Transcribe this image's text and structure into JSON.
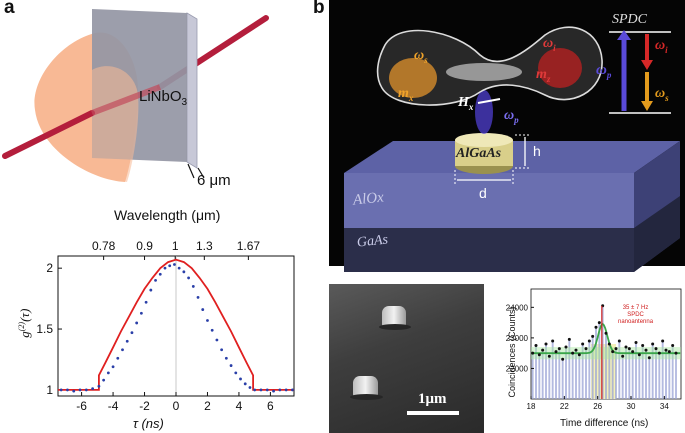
{
  "panel_a": {
    "letter": "a",
    "crystal_label": "LiNbO",
    "crystal_sub": "3",
    "thickness_label": "6 μm"
  },
  "panel_b": {
    "letter": "b",
    "pillar_label": "AlGaAs",
    "h_label": "h",
    "d_label": "d",
    "layer_top": "AlOx",
    "layer_bottom": "GaAs",
    "H_label": "H",
    "H_sub": "x",
    "omega_p": "ω",
    "omega_p_sub": "p",
    "omega_s": "ω",
    "omega_s_sub": "s",
    "omega_i": "ω",
    "omega_i_sub": "i",
    "m_x": "m",
    "m_x_sub": "x",
    "m_z": "m",
    "m_z_sub": "z",
    "spdc_label": "SPDC",
    "scale_bar": "1μm",
    "colors": {
      "background": "#050505",
      "slab_top": "#5f64a8",
      "pillar": "#d9cf8a"
    }
  },
  "chart_data": [
    {
      "type": "line",
      "xlabel": "τ  (ns)",
      "ylabel": "g(2)(τ)",
      "top_axis_label": "Wavelength (μm)",
      "top_ticks": [
        "0.78",
        "0.9",
        "1",
        "1.3",
        "1.67"
      ],
      "xticks": [
        "-6",
        "-4",
        "-2",
        "0",
        "2",
        "4",
        "6"
      ],
      "yticks": [
        "1",
        "1.5",
        "2"
      ],
      "xlim": [
        -7.5,
        7.5
      ],
      "ylim": [
        0.95,
        2.1
      ],
      "series": [
        {
          "style": "line",
          "color": "#e02020",
          "x": [
            -7.5,
            -4.9,
            -4.9,
            -4.5,
            -4,
            -3.5,
            -3,
            -2.5,
            -2,
            -1.5,
            -1,
            -0.5,
            0,
            0.5,
            1,
            1.5,
            2,
            2.5,
            3,
            3.5,
            4,
            4.5,
            4.9,
            4.9,
            7.5
          ],
          "y": [
            1,
            1,
            1.12,
            1.22,
            1.35,
            1.48,
            1.6,
            1.72,
            1.83,
            1.92,
            2.0,
            2.05,
            2.07,
            2.05,
            2.0,
            1.92,
            1.83,
            1.72,
            1.6,
            1.48,
            1.35,
            1.22,
            1.12,
            1,
            1
          ]
        },
        {
          "style": "dots",
          "color": "#2a3fa8",
          "x": [
            -7.3,
            -6.9,
            -6.5,
            -6.1,
            -5.7,
            -5.3,
            -4.9,
            -4.6,
            -4.3,
            -4.0,
            -3.7,
            -3.4,
            -3.1,
            -2.8,
            -2.5,
            -2.2,
            -1.9,
            -1.6,
            -1.3,
            -1.0,
            -0.7,
            -0.4,
            -0.1,
            0.2,
            0.5,
            0.8,
            1.1,
            1.4,
            1.7,
            2.0,
            2.3,
            2.6,
            2.9,
            3.2,
            3.5,
            3.8,
            4.1,
            4.4,
            4.7,
            5.0,
            5.4,
            5.8,
            6.2,
            6.6,
            7.0,
            7.4
          ],
          "y": [
            1.0,
            1.0,
            0.99,
            1.0,
            1.0,
            1.01,
            1.03,
            1.08,
            1.14,
            1.19,
            1.26,
            1.33,
            1.4,
            1.47,
            1.55,
            1.63,
            1.72,
            1.82,
            1.9,
            1.95,
            2.0,
            2.02,
            2.03,
            2.0,
            1.97,
            1.92,
            1.85,
            1.76,
            1.66,
            1.57,
            1.49,
            1.41,
            1.33,
            1.26,
            1.2,
            1.14,
            1.09,
            1.05,
            1.02,
            1.0,
            1.0,
            1.0,
            0.99,
            1.0,
            1.0,
            1.0
          ]
        }
      ]
    },
    {
      "type": "bar",
      "xlabel": "Time difference (ns)",
      "ylabel": "Coincidences (Counts)",
      "xticks": [
        "18",
        "22",
        "26",
        "30",
        "34"
      ],
      "yticks": [
        "22000",
        "23000",
        "24000"
      ],
      "xlim": [
        18,
        36
      ],
      "ylim": [
        21000,
        24600
      ],
      "annotation": [
        "35 ± 7 Hz",
        "SPDC",
        "nanoantenna"
      ],
      "peak": {
        "x": 26.5,
        "y": 24050
      },
      "x": [
        18.2,
        18.6,
        19.0,
        19.4,
        19.8,
        20.2,
        20.6,
        21.0,
        21.4,
        21.8,
        22.2,
        22.6,
        23.0,
        23.4,
        23.8,
        24.2,
        24.6,
        25.0,
        25.4,
        25.8,
        26.2,
        26.6,
        27.0,
        27.4,
        27.8,
        28.2,
        28.6,
        29.0,
        29.4,
        29.8,
        30.2,
        30.6,
        31.0,
        31.4,
        31.8,
        32.2,
        32.6,
        33.0,
        33.4,
        33.8,
        34.2,
        34.6,
        35.0,
        35.4
      ],
      "values": [
        22500,
        22750,
        22450,
        22600,
        22800,
        22400,
        22900,
        22550,
        22650,
        22300,
        22700,
        22950,
        22500,
        22600,
        22450,
        22800,
        22650,
        22900,
        23050,
        23350,
        23500,
        24050,
        23150,
        22800,
        22550,
        22650,
        22900,
        22400,
        22700,
        22650,
        22550,
        22850,
        22450,
        22750,
        22600,
        22350,
        22800,
        22650,
        22500,
        22900,
        22600,
        22550,
        22750,
        22500
      ],
      "fit_baseline": 22500
    }
  ]
}
